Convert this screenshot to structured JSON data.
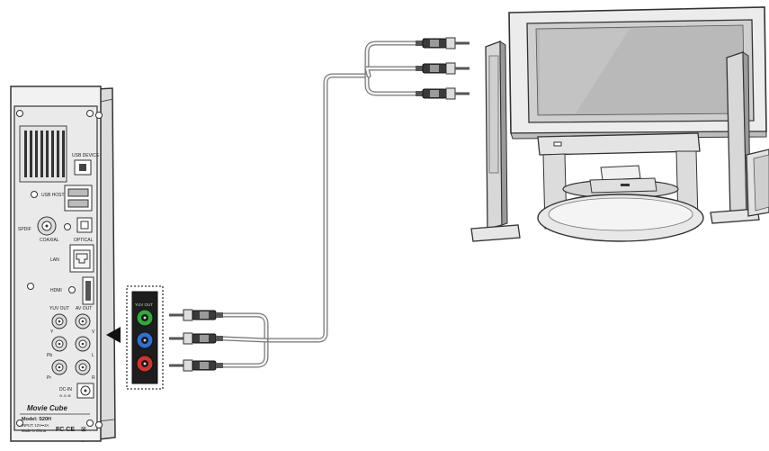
{
  "player_panel": {
    "usb_device": "USB DEVICE",
    "usb_host": "USB HOST",
    "spdif": "SPDIF",
    "coaxial": "COAXIAL",
    "optical": "OPTICAL",
    "lan": "LAN",
    "hdmi": "HDMI",
    "yuv_out": "YUV OUT",
    "av_out": "AV OUT",
    "y": "Y",
    "v": "V",
    "pb": "Pb",
    "l": "L",
    "pr": "Pr",
    "r": "R",
    "dc_in": "DC-IN",
    "brand": "Movie Cube",
    "model": "Model: S20H",
    "input_rating": "INPUT: 12V⎓2A",
    "made_in": "Made in China",
    "fcc_ce": "FC CE"
  },
  "zoom_callout": {
    "label": "YUV OUT"
  },
  "colors": {
    "outline": "#3a3a3a",
    "panel": "#e9e9e9",
    "jack_green": "#2faa3c",
    "jack_blue": "#2f6fd0",
    "jack_red": "#d0342c",
    "cable_gray": "#8a8a8a"
  }
}
